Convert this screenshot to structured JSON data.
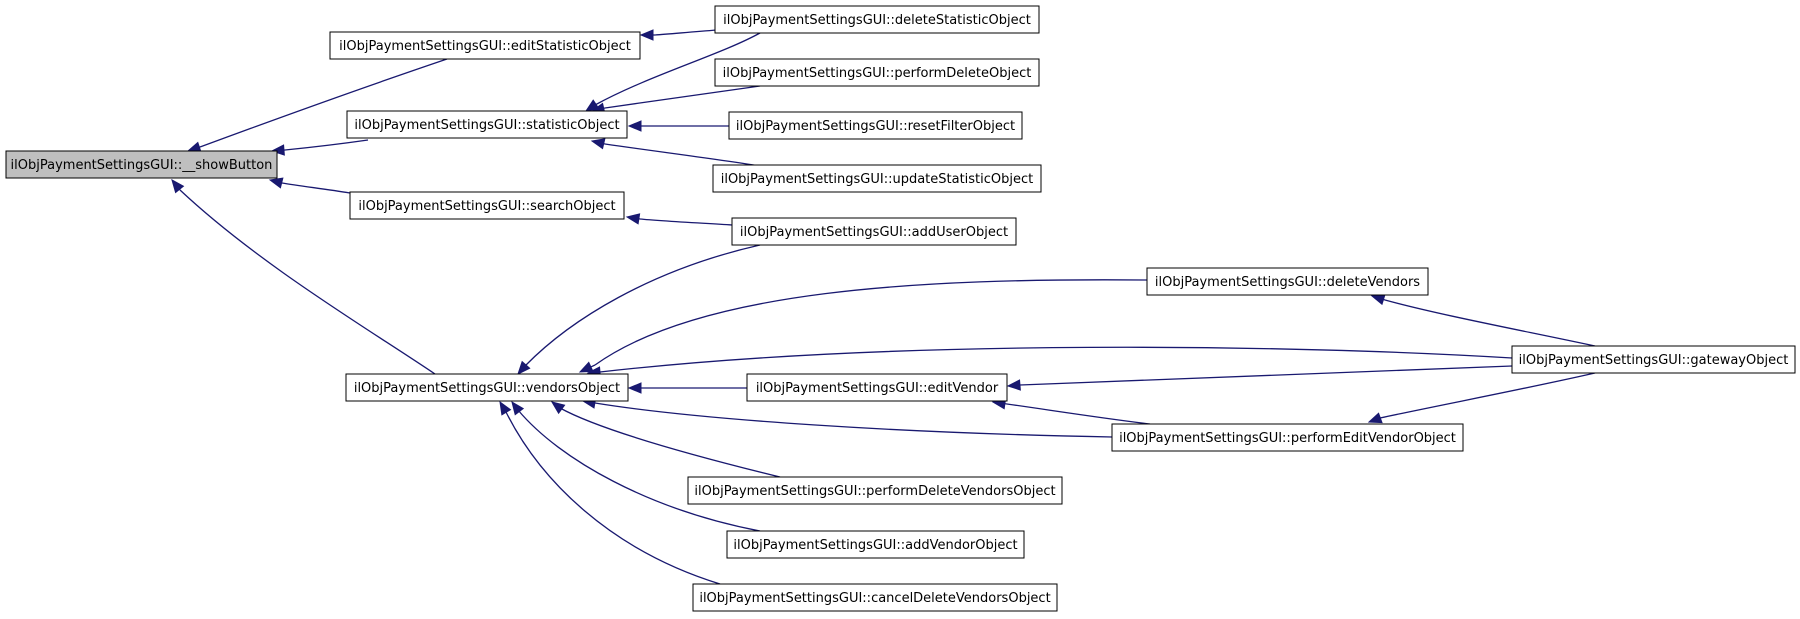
{
  "colors": {
    "edge": "#191970",
    "node_border": "#000000",
    "node_fill": "#ffffff",
    "root_fill": "#bfbfbf",
    "text": "#000000"
  },
  "nodes": [
    {
      "id": "showButton",
      "label": "ilObjPaymentSettingsGUI::__showButton",
      "root": true
    },
    {
      "id": "editStatisticObject",
      "label": "ilObjPaymentSettingsGUI::editStatisticObject"
    },
    {
      "id": "statisticObject",
      "label": "ilObjPaymentSettingsGUI::statisticObject"
    },
    {
      "id": "searchObject",
      "label": "ilObjPaymentSettingsGUI::searchObject"
    },
    {
      "id": "vendorsObject",
      "label": "ilObjPaymentSettingsGUI::vendorsObject"
    },
    {
      "id": "deleteStatisticObject",
      "label": "ilObjPaymentSettingsGUI::deleteStatisticObject"
    },
    {
      "id": "performDeleteObject",
      "label": "ilObjPaymentSettingsGUI::performDeleteObject"
    },
    {
      "id": "resetFilterObject",
      "label": "ilObjPaymentSettingsGUI::resetFilterObject"
    },
    {
      "id": "updateStatisticObject",
      "label": "ilObjPaymentSettingsGUI::updateStatisticObject"
    },
    {
      "id": "addUserObject",
      "label": "ilObjPaymentSettingsGUI::addUserObject"
    },
    {
      "id": "editVendor",
      "label": "ilObjPaymentSettingsGUI::editVendor"
    },
    {
      "id": "performDeleteVendorsObject",
      "label": "ilObjPaymentSettingsGUI::performDeleteVendorsObject"
    },
    {
      "id": "addVendorObject",
      "label": "ilObjPaymentSettingsGUI::addVendorObject"
    },
    {
      "id": "cancelDeleteVendorsObject",
      "label": "ilObjPaymentSettingsGUI::cancelDeleteVendorsObject"
    },
    {
      "id": "deleteVendors",
      "label": "ilObjPaymentSettingsGUI::deleteVendors"
    },
    {
      "id": "performEditVendorObject",
      "label": "ilObjPaymentSettingsGUI::performEditVendorObject"
    },
    {
      "id": "gatewayObject",
      "label": "ilObjPaymentSettingsGUI::gatewayObject"
    }
  ],
  "edges": [
    {
      "from": "editStatisticObject",
      "to": "showButton"
    },
    {
      "from": "statisticObject",
      "to": "showButton"
    },
    {
      "from": "searchObject",
      "to": "showButton"
    },
    {
      "from": "vendorsObject",
      "to": "showButton"
    },
    {
      "from": "deleteStatisticObject",
      "to": "editStatisticObject"
    },
    {
      "from": "deleteStatisticObject",
      "to": "statisticObject"
    },
    {
      "from": "performDeleteObject",
      "to": "statisticObject"
    },
    {
      "from": "resetFilterObject",
      "to": "statisticObject"
    },
    {
      "from": "updateStatisticObject",
      "to": "statisticObject"
    },
    {
      "from": "addUserObject",
      "to": "searchObject"
    },
    {
      "from": "addUserObject",
      "to": "vendorsObject"
    },
    {
      "from": "deleteVendors",
      "to": "vendorsObject"
    },
    {
      "from": "gatewayObject",
      "to": "vendorsObject"
    },
    {
      "from": "editVendor",
      "to": "vendorsObject"
    },
    {
      "from": "performEditVendorObject",
      "to": "vendorsObject"
    },
    {
      "from": "performDeleteVendorsObject",
      "to": "vendorsObject"
    },
    {
      "from": "addVendorObject",
      "to": "vendorsObject"
    },
    {
      "from": "cancelDeleteVendorsObject",
      "to": "vendorsObject"
    },
    {
      "from": "gatewayObject",
      "to": "deleteVendors"
    },
    {
      "from": "gatewayObject",
      "to": "editVendor"
    },
    {
      "from": "performEditVendorObject",
      "to": "editVendor"
    },
    {
      "from": "gatewayObject",
      "to": "performEditVendorObject"
    }
  ]
}
